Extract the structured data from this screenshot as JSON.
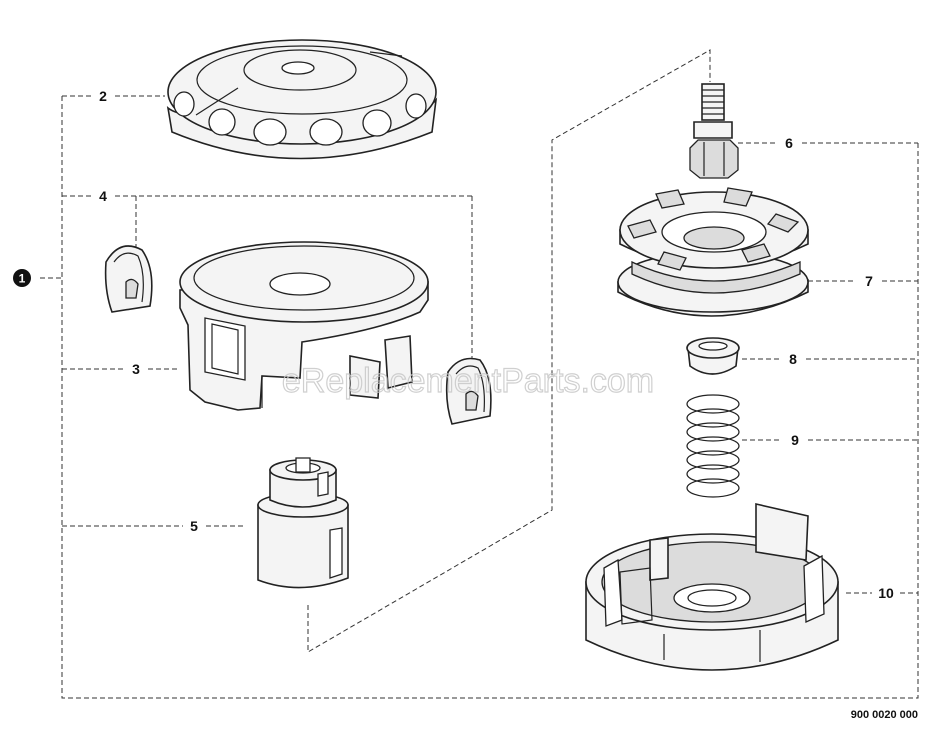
{
  "assembly_callout": "1",
  "callouts": {
    "p2": "2",
    "p3": "3",
    "p4": "4",
    "p5": "5",
    "p6": "6",
    "p7": "7",
    "p8": "8",
    "p9": "9",
    "p10": "10"
  },
  "watermark": "eReplacementParts.com",
  "document_number": "900 0020 000"
}
